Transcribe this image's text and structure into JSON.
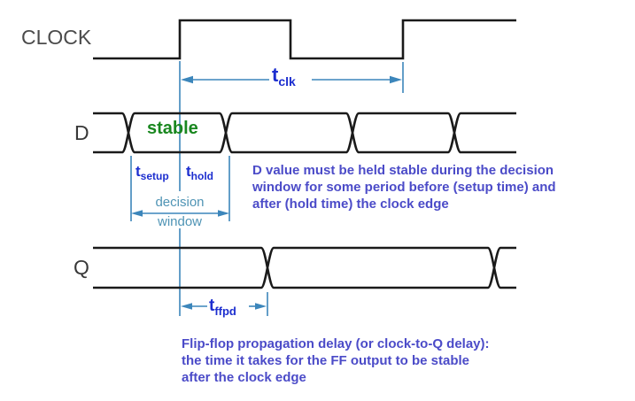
{
  "signals": {
    "clock": {
      "label": "CLOCK"
    },
    "d": {
      "label": "D"
    },
    "q": {
      "label": "Q"
    }
  },
  "waveform_labels": {
    "stable": "stable",
    "t_clk": {
      "base": "t",
      "sub": "clk"
    },
    "t_setup": {
      "base": "t",
      "sub": "setup"
    },
    "t_hold": {
      "base": "t",
      "sub": "hold"
    },
    "t_ffpd": {
      "base": "t",
      "sub": "ffpd"
    },
    "decision_window": {
      "line1": "decision",
      "line2": "window"
    }
  },
  "annotations": {
    "setup_hold": {
      "line1": "D value must be held stable during the decision",
      "line2": "window for some period before (setup time) and",
      "line3": "after (hold time) the clock edge"
    },
    "propagation": {
      "line1": "Flip-flop propagation delay (or clock-to-Q delay):",
      "line2": "the time it takes for the FF output to be stable",
      "line3": "after the clock edge"
    }
  },
  "colors": {
    "waveform_stroke": "#1a1a1a",
    "measure_stroke": "#3c86bb",
    "timing_label_blue": "#1c2ecf",
    "annotation_blue": "#4b4bc8",
    "decision_window_teal": "#4f94b5",
    "stable_green": "#19871f",
    "signal_label_gray": "#464646"
  }
}
